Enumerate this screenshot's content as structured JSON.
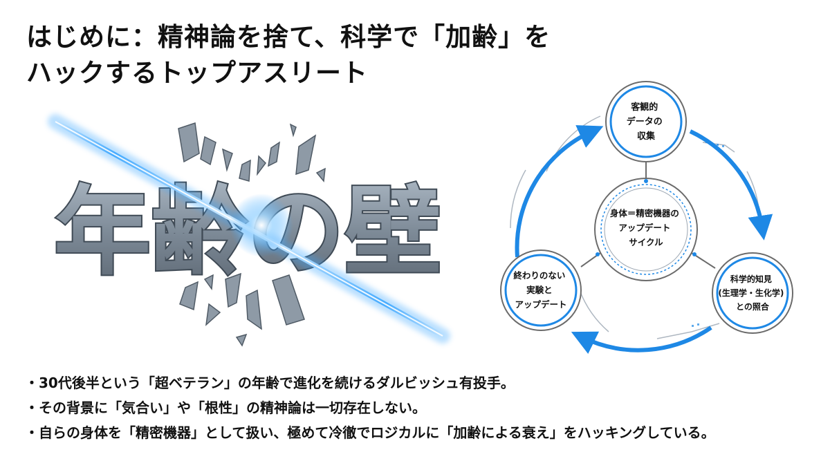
{
  "title": {
    "line1": "はじめに：精神論を捨て、科学で「加齢」を",
    "line2": "ハックするトップアスリート"
  },
  "illustration": {
    "wall_text": "年齢の壁"
  },
  "cycle": {
    "center": [
      "身体＝精密機器の",
      "アップデート",
      "サイクル"
    ],
    "nodes": [
      {
        "lines": [
          "客観的",
          "データの",
          "収集"
        ]
      },
      {
        "lines": [
          "科学的知見",
          "(生理学・生化学)",
          "との照合"
        ]
      },
      {
        "lines": [
          "終わりのない",
          "実験と",
          "アップデート"
        ]
      }
    ]
  },
  "bullets": [
    "30代後半という「超ベテラン」の年齢で進化を続けるダルビッシュ有投手。",
    "その背景に「気合い」や「根性」の精神論は一切存在しない。",
    "自らの身体を「精密機器」として扱い、極めて冷徹でロジカルに「加齢による衰え」をハッキングしている。"
  ],
  "colors": {
    "accent_blue": "#1e88e5",
    "ring_gray": "#6b6b6b",
    "stone": "#7f8c99",
    "beam": "#3aa6ff"
  }
}
